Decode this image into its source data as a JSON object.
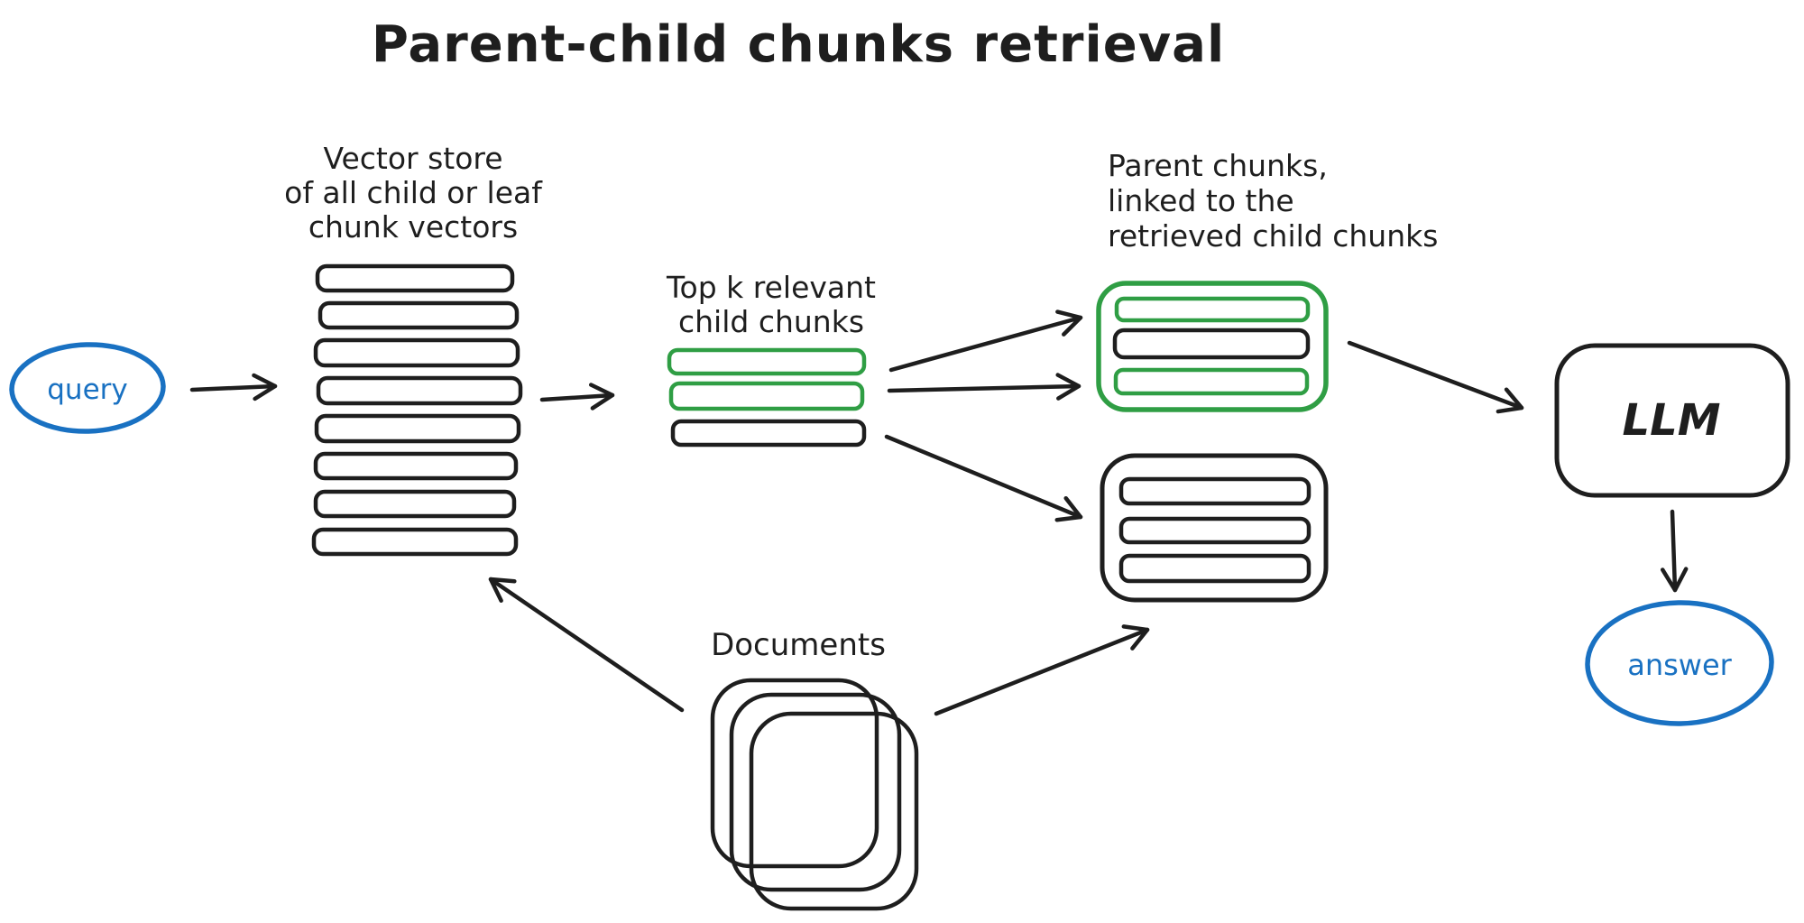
{
  "title": "Parent-child chunks retrieval",
  "colors": {
    "ink": "#1e1e1e",
    "green": "#2f9e44",
    "blue": "#1971c2",
    "background": "#ffffff"
  },
  "nodes": {
    "query": {
      "shape": "ellipse",
      "color": "blue",
      "label": "query"
    },
    "vector_store": {
      "shape": "bar-stack",
      "bar_count": 8,
      "label_lines": [
        "Vector store",
        "of all child or leaf",
        "chunk vectors"
      ]
    },
    "top_k": {
      "shape": "bar-stack",
      "bar_colors": [
        "green",
        "green",
        "black"
      ],
      "label_lines": [
        "Top k relevant",
        "child chunks"
      ]
    },
    "parent_linked": {
      "shape": "rounded-box",
      "box_color": "green",
      "bar_colors": [
        "green",
        "black",
        "green"
      ],
      "label_lines": [
        "Parent chunks,",
        "linked to the",
        "retrieved child chunks"
      ]
    },
    "parent_other": {
      "shape": "rounded-box",
      "box_color": "black",
      "bar_colors": [
        "black",
        "black",
        "black"
      ]
    },
    "llm": {
      "shape": "rounded-box",
      "color": "black",
      "label": "LLM"
    },
    "answer": {
      "shape": "ellipse",
      "color": "blue",
      "label": "answer"
    },
    "documents": {
      "shape": "page-stack",
      "page_count": 3,
      "label": "Documents"
    }
  },
  "edges": [
    {
      "from": "query",
      "to": "vector_store"
    },
    {
      "from": "vector_store",
      "to": "top_k"
    },
    {
      "from": "top_k_bar_1",
      "to": "parent_linked"
    },
    {
      "from": "top_k_bar_2",
      "to": "parent_linked"
    },
    {
      "from": "top_k_bar_3",
      "to": "parent_other"
    },
    {
      "from": "parent_linked",
      "to": "llm"
    },
    {
      "from": "llm",
      "to": "answer"
    },
    {
      "from": "documents",
      "to": "vector_store"
    },
    {
      "from": "documents",
      "to": "parent_other"
    }
  ]
}
